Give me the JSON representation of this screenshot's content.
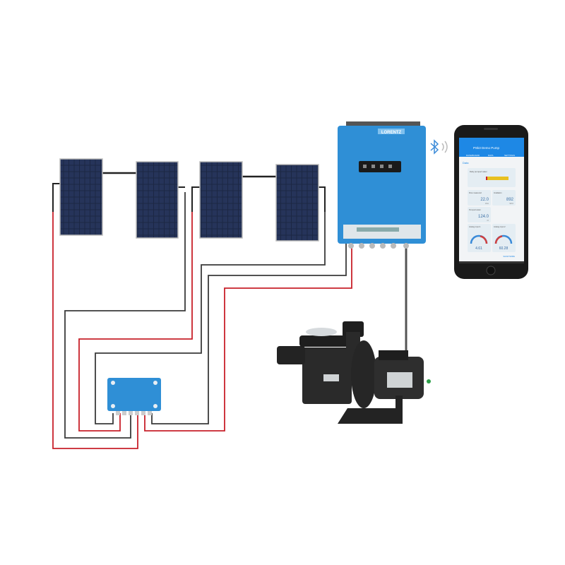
{
  "controller": {
    "brand": "LORENTZ"
  },
  "phone": {
    "app_title": "PSk3 Demo Pump",
    "tabs": [
      "DASHBOARD",
      "DATA",
      "SETTINGS"
    ],
    "section_title": "Data",
    "chart_card_title": "Daily pumped water",
    "tiles": [
      {
        "label": "Flow measured",
        "value": "22.0",
        "unit": "l/min"
      },
      {
        "label": "Irradiation",
        "value": "892",
        "unit": "W/m²"
      },
      {
        "label": "Pumped water",
        "value": "124.0",
        "unit": "m³"
      }
    ],
    "gauges": [
      {
        "label": "Analog input 1",
        "value": "4.61",
        "unit": "bar"
      },
      {
        "label": "Analog input 2",
        "value": "60.28",
        "unit": "°C"
      }
    ],
    "show_more": "SHOW MORE"
  },
  "colors": {
    "panel": "#1f2a4a",
    "controller": "#2f8fd6",
    "red_wire": "#c8202a",
    "black_wire": "#3a3a3a",
    "app_blue": "#1e88e5",
    "bluetooth": "#3a8ad8"
  }
}
